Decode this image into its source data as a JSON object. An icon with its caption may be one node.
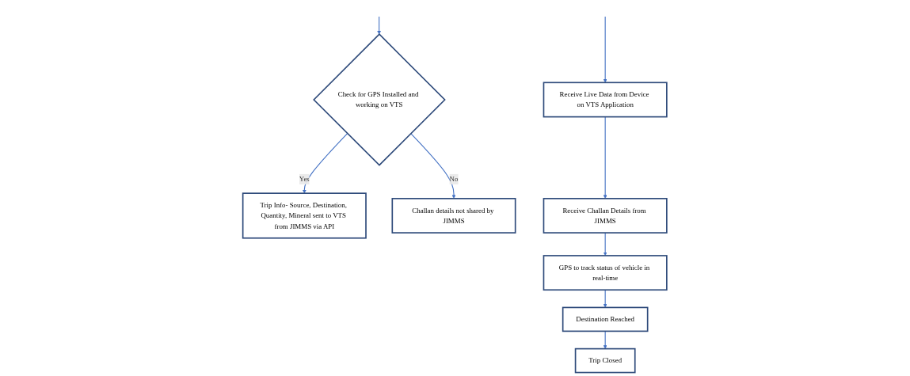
{
  "diagram": {
    "nodes": [
      {
        "text": [
          "Check for GPS Installed and working on VTS"
        ]
      },
      {
        "text": [
          "Trip Info- Source, Destination, Quantity, Mineral sent to VTS from JIMMS via API"
        ]
      },
      {
        "text": [
          "Challan details not shared by JIMMS"
        ]
      },
      {
        "text": [
          "Receive Live Data from Device on VTS Application"
        ]
      },
      {
        "text": [
          "Receive Challan Details from JIMMS"
        ]
      },
      {
        "text": [
          "GPS to track status of vehicle in real-time"
        ]
      },
      {
        "text": [
          "Destination Reached"
        ]
      },
      {
        "text": [
          "Trip Closed"
        ]
      }
    ],
    "edges": [
      {
        "from": null,
        "to": 0,
        "arrow": "to"
      },
      {
        "from": 0,
        "to": 1,
        "arrow": "to",
        "label": "Yes"
      },
      {
        "from": 0,
        "to": 2,
        "arrow": "to",
        "label": "No"
      },
      {
        "from": null,
        "to": 3,
        "arrow": "to"
      },
      {
        "from": 3,
        "to": 4,
        "arrow": "to"
      },
      {
        "from": 4,
        "to": 5,
        "arrow": "to"
      },
      {
        "from": 5,
        "to": 6,
        "arrow": "to"
      },
      {
        "from": 6,
        "to": 7,
        "arrow": "to"
      }
    ]
  }
}
